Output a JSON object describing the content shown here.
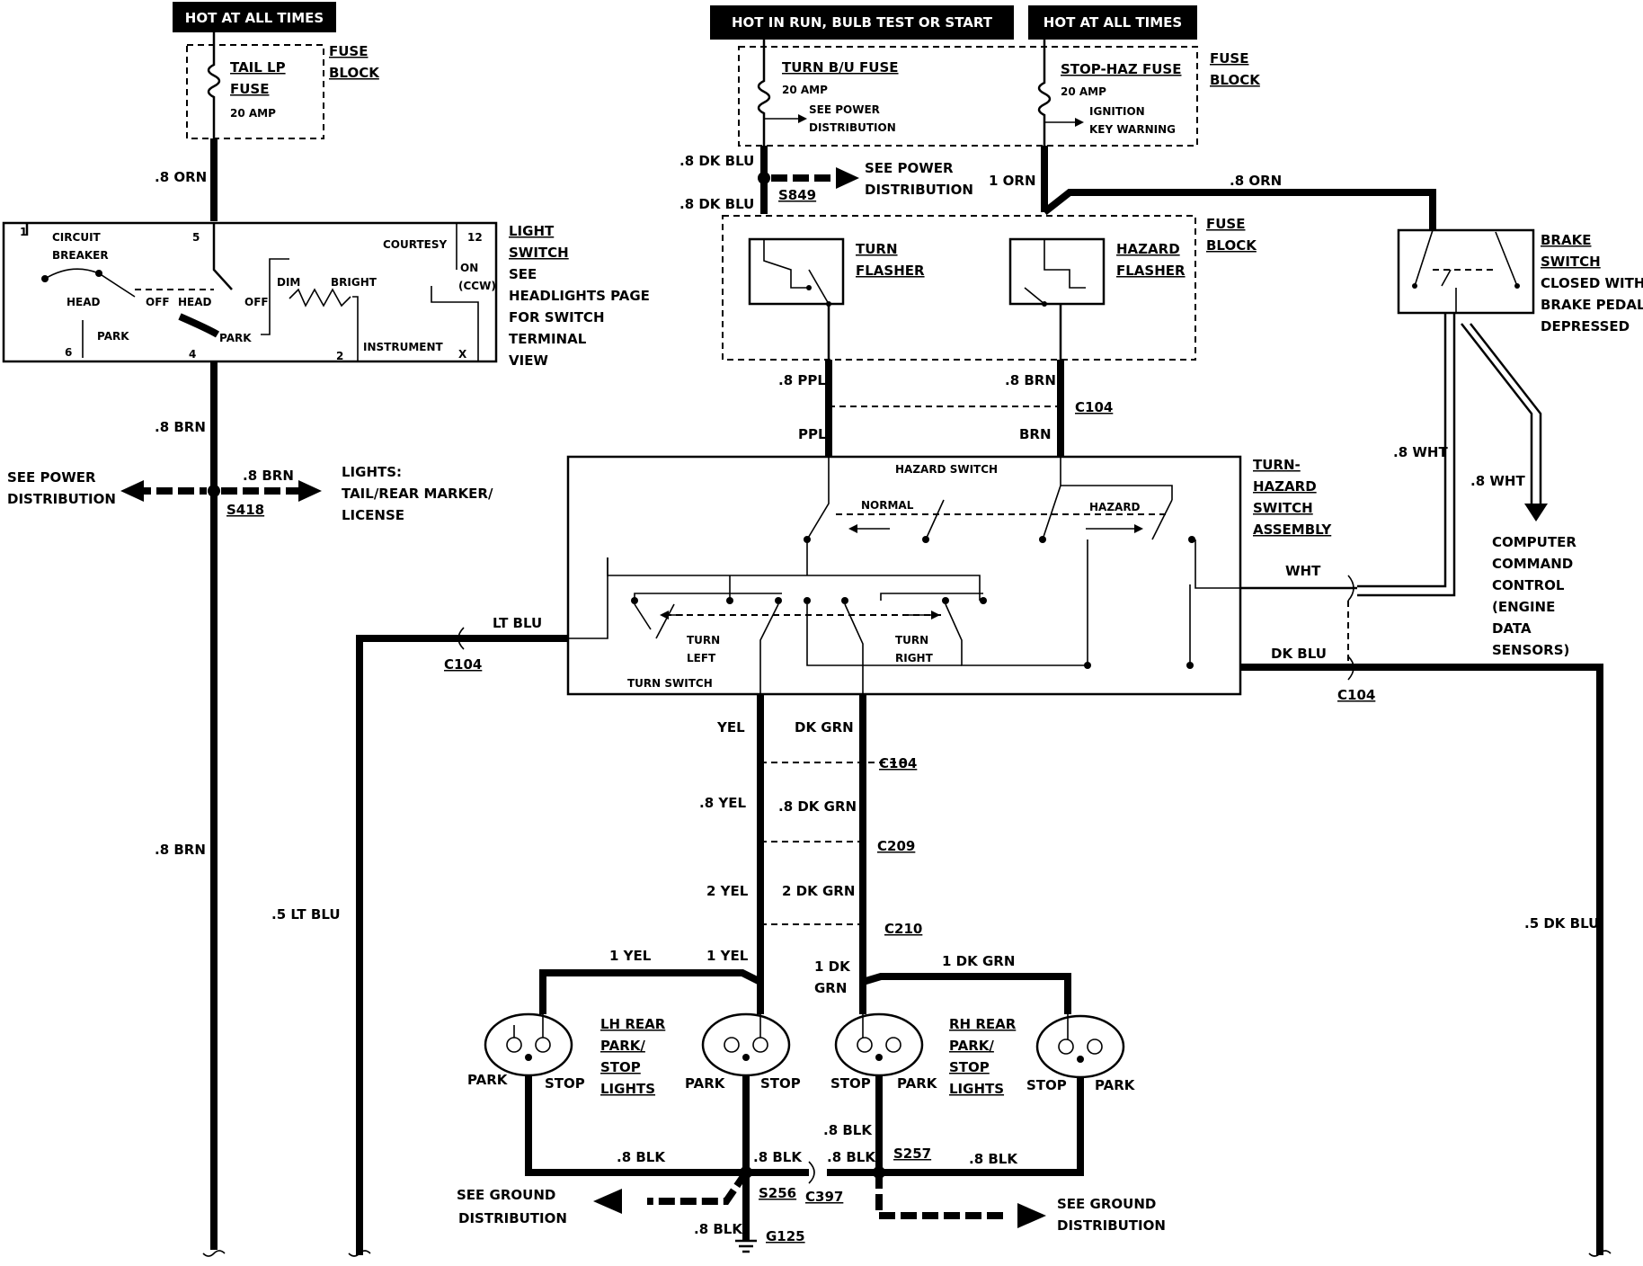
{
  "banners": [
    "HOT AT ALL TIMES",
    "HOT IN RUN, BULB TEST OR START",
    "HOT AT ALL TIMES"
  ],
  "fuse_block_left": {
    "label_1": "FUSE",
    "label_2": "BLOCK",
    "fuse_name_1": "TAIL LP",
    "fuse_name_2": "FUSE",
    "rating": "20 AMP"
  },
  "fuse_block_top": {
    "label_1": "FUSE",
    "label_2": "BLOCK",
    "turn_fuse": "TURN B/U FUSE",
    "turn_rating": "20 AMP",
    "turn_note_1": "SEE POWER",
    "turn_note_2": "DISTRIBUTION",
    "stop_fuse": "STOP-HAZ FUSE",
    "stop_rating": "20 AMP",
    "stop_note_1": "IGNITION",
    "stop_note_2": "KEY WARNING"
  },
  "light_switch": {
    "label": [
      "LIGHT",
      "SWITCH",
      "SEE",
      "HEADLIGHTS PAGE",
      "FOR SWITCH",
      "TERMINAL",
      "VIEW"
    ],
    "circuit_breaker_1": "CIRCUIT",
    "circuit_breaker_2": "BREAKER",
    "head_1": "HEAD",
    "off_1": "OFF",
    "park_1": "PARK",
    "head_2": "HEAD",
    "off_2": "OFF",
    "park_2": "PARK",
    "dim": "DIM",
    "bright": "BRIGHT",
    "courtesy": "COURTESY",
    "on": "ON",
    "ccw": "(CCW)",
    "instrument": "INSTRUMENT",
    "terminals": {
      "t1": "1",
      "t5": "5",
      "t12": "12",
      "t6": "6",
      "t4": "4",
      "t2": "2",
      "tx": "X"
    }
  },
  "wires": {
    "orn_8": ".8 ORN",
    "brn_8_a": ".8 BRN",
    "brn_8_b": ".8 BRN",
    "brn_8_c": ".8 BRN",
    "dkblu_8_a": ".8 DK BLU",
    "dkblu_8_b": ".8 DK BLU",
    "orn_1": "1 ORN",
    "orn_8_b": ".8 ORN",
    "ppl_8": ".8 PPL",
    "brn_8_d": ".8 BRN",
    "ppl": "PPL",
    "brn": "BRN",
    "wht_8_a": ".8 WHT",
    "wht_8_b": ".8 WHT",
    "wht": "WHT",
    "ltblu": "LT BLU",
    "dkblu": "DK BLU",
    "yel": "YEL",
    "dkgrn": "DK GRN",
    "yel_8": ".8 YEL",
    "dkgrn_8": ".8 DK GRN",
    "yel_2": "2 YEL",
    "dkgrn_2": "2 DK GRN",
    "yel_1_a": "1 YEL",
    "yel_1_b": "1 YEL",
    "dkgrn_1_a": "1 DK",
    "dkgrn_1_b": "GRN",
    "dkgrn_1_c": "1 DK GRN",
    "ltblu_5": ".5 LT BLU",
    "dkblu_5": ".5 DK BLU",
    "blk_8_a": ".8 BLK",
    "blk_8_b": ".8 BLK",
    "blk_8_c": ".8 BLK",
    "blk_8_d": ".8 BLK",
    "blk_8_e": ".8 BLK",
    "blk_8_f": ".8 BLK"
  },
  "splices": {
    "s418": "S418",
    "s849": "S849",
    "s256": "S256",
    "s257": "S257"
  },
  "connectors": {
    "c104_a": "C104",
    "c104_b": "C104",
    "c104_c": "C104",
    "c104_d": "C104",
    "c209": "C209",
    "c210": "C210",
    "c397": "C397"
  },
  "grounds": {
    "g125": "G125"
  },
  "see_power_left_1": "SEE POWER",
  "see_power_left_2": "DISTRIBUTION",
  "lights_note_1": "LIGHTS:",
  "lights_note_2": "TAIL/REAR MARKER/",
  "lights_note_3": "LICENSE",
  "see_power_top_1": "SEE POWER",
  "see_power_top_2": "DISTRIBUTION",
  "fuse_block_mid_1": "FUSE",
  "fuse_block_mid_2": "BLOCK",
  "turn_flasher_1": "TURN",
  "turn_flasher_2": "FLASHER",
  "hazard_flasher_1": "HAZARD",
  "hazard_flasher_2": "FLASHER",
  "brake_switch": [
    "BRAKE",
    "SWITCH",
    "CLOSED WITH",
    "BRAKE PEDAL",
    "DEPRESSED"
  ],
  "turn_hazard_assembly": [
    "TURN-",
    "HAZARD",
    "SWITCH",
    "ASSEMBLY"
  ],
  "hazard_switch": "HAZARD SWITCH",
  "normal": "NORMAL",
  "hazard": "HAZARD",
  "turn_left_1": "TURN",
  "turn_left_2": "LEFT",
  "turn_right_1": "TURN",
  "turn_right_2": "RIGHT",
  "turn_switch": "TURN SWITCH",
  "computer": [
    "COMPUTER",
    "COMMAND",
    "CONTROL",
    "(ENGINE",
    "DATA",
    "SENSORS)"
  ],
  "lh_rear": [
    "LH REAR",
    "PARK/",
    "STOP",
    "LIGHTS"
  ],
  "rh_rear": [
    "RH REAR",
    "PARK/",
    "STOP",
    "LIGHTS"
  ],
  "lamp_terms": {
    "park_a": "PARK",
    "stop_a": "STOP",
    "park_b": "PARK",
    "stop_b": "STOP",
    "stop_c": "STOP",
    "park_c": "PARK",
    "stop_d": "STOP",
    "park_d": "PARK"
  },
  "see_ground_left_1": "SEE GROUND",
  "see_ground_left_2": "DISTRIBUTION",
  "see_ground_right_1": "SEE GROUND",
  "see_ground_right_2": "DISTRIBUTION"
}
